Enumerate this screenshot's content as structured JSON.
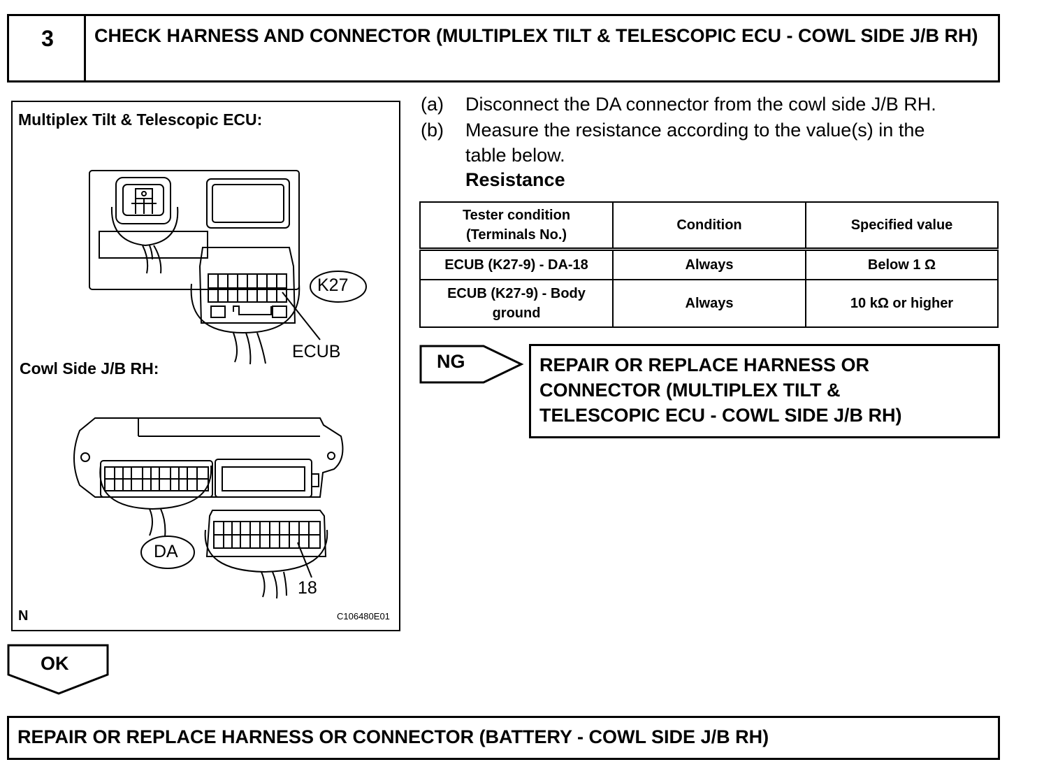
{
  "step": {
    "number": "3",
    "title": "CHECK HARNESS AND CONNECTOR (MULTIPLEX TILT & TELESCOPIC ECU - COWL SIDE J/B RH)"
  },
  "illustration": {
    "ecu_label": "Multiplex Tilt & Telescopic ECU:",
    "ecu_connector_callout": "K27",
    "ecu_terminal_label": "ECUB",
    "jb_label": "Cowl Side J/B RH:",
    "jb_connector_callout": "DA",
    "jb_terminal_number": "18",
    "corner_mark": "N",
    "figure_code": "C106480E01"
  },
  "instructions": [
    {
      "key": "(a)",
      "text": "Disconnect the DA connector from the cowl side J/B RH."
    },
    {
      "key": "(b)",
      "text_line1": "Measure the resistance according to the value(s) in the",
      "text_line2": "table below."
    }
  ],
  "resistance_heading": "Resistance",
  "table": {
    "headers": [
      "Tester condition (Terminals No.)",
      "Condition",
      "Specified value"
    ],
    "rows": [
      [
        "ECUB (K27-9) - DA-18",
        "Always",
        "Below 1 Ω"
      ],
      [
        "ECUB (K27-9) - Body ground",
        "Always",
        "10 kΩ or higher"
      ]
    ]
  },
  "ng": {
    "label": "NG",
    "result_line1": "REPAIR OR REPLACE HARNESS OR",
    "result_line2": "CONNECTOR (MULTIPLEX TILT &",
    "result_line3": "TELESCOPIC ECU - COWL SIDE J/B RH)"
  },
  "ok": {
    "label": "OK",
    "result": "REPAIR OR REPLACE HARNESS OR CONNECTOR (BATTERY - COWL SIDE J/B RH)"
  }
}
